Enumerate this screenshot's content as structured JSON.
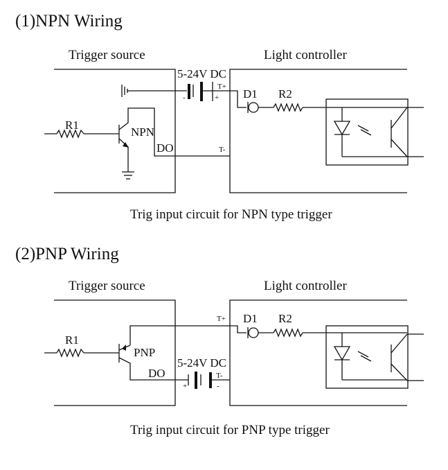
{
  "npn": {
    "title": "(1)NPN Wiring",
    "trigger_source": "Trigger source",
    "light_controller": "Light controller",
    "supply": "5-24V DC",
    "batt_minus": "-",
    "batt_plus": "+",
    "t_plus": "T+",
    "t_plus_sign": "+",
    "t_minus": "T-",
    "d1": "D1",
    "r2": "R2",
    "r1": "R1",
    "transistor": "NPN",
    "do": "DO",
    "caption": "Trig input circuit for NPN type trigger"
  },
  "pnp": {
    "title": "(2)PNP Wiring",
    "trigger_source": "Trigger source",
    "light_controller": "Light controller",
    "supply": "5-24V DC",
    "batt_plus": "+",
    "batt_minus": "-",
    "t_plus": "T+",
    "t_minus": "T-",
    "d1": "D1",
    "r2": "R2",
    "r1": "R1",
    "transistor": "PNP",
    "do": "DO",
    "caption": "Trig input circuit for PNP type trigger"
  }
}
